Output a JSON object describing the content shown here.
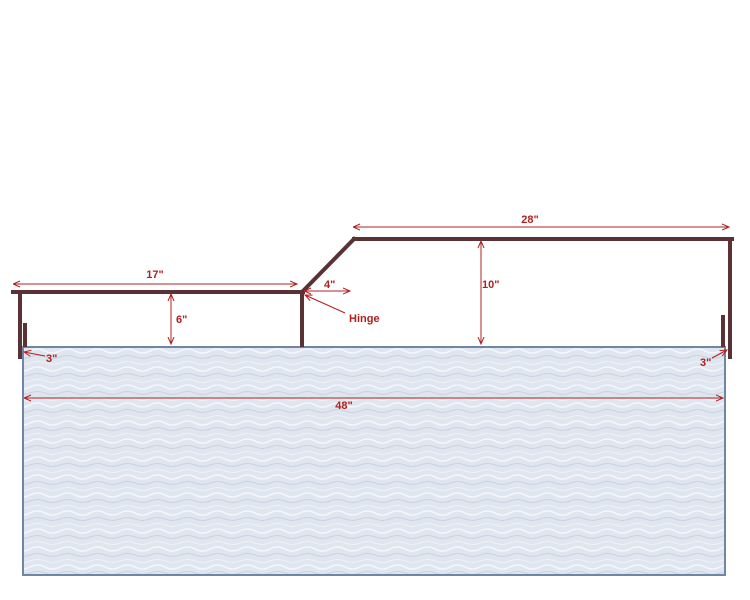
{
  "colors": {
    "lid_frame": "#5a3236",
    "dimension": "#b02020",
    "water_fill": "#dfe6ef",
    "water_border": "#6f87a3",
    "background": "#ffffff"
  },
  "labels": {
    "left_lid_length": "17\"",
    "left_lid_height": "6\"",
    "hinge_offset": "4\"",
    "hinge": "Hinge",
    "right_lid_length": "28\"",
    "right_lid_height": "10\"",
    "left_overlap": "3\"",
    "right_overlap": "3\"",
    "tank_length": "48\""
  }
}
